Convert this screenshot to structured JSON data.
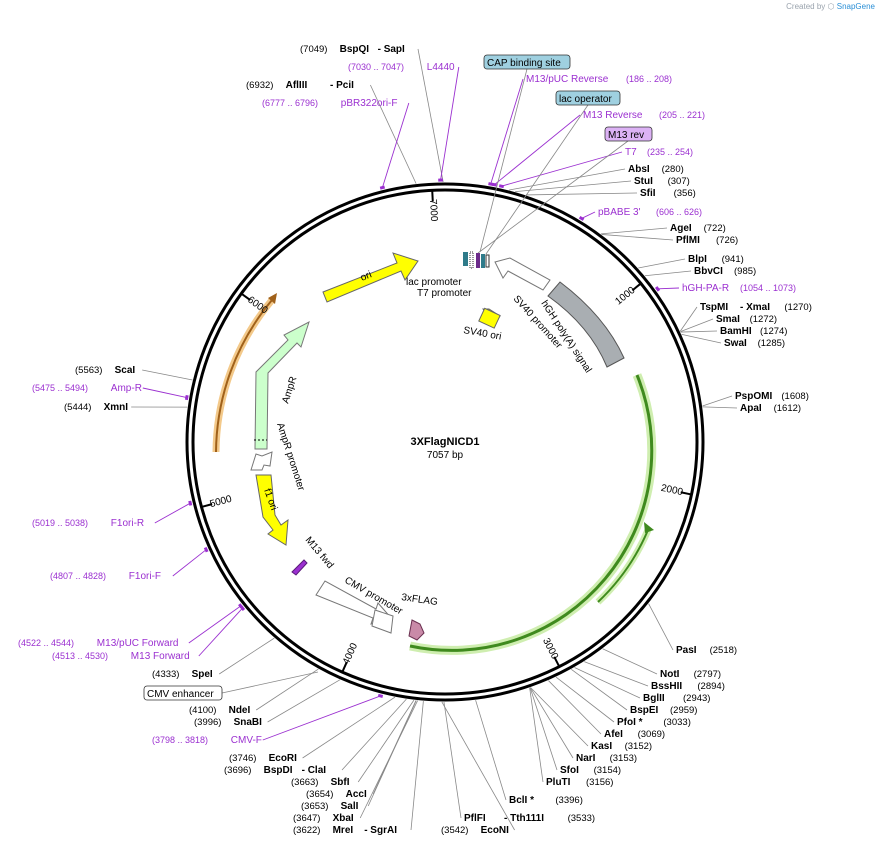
{
  "header": {
    "credit_prefix": "Created by",
    "credit_brand": "SnapGene"
  },
  "plasmid": {
    "name": "3XFlagNICD1",
    "length_label": "7057 bp",
    "length": 7057
  },
  "colors": {
    "backbone": "#000000",
    "primer": "#9b30d0",
    "ori": "#ffff00",
    "ampr": "#ccffcc",
    "nicd": "#5a9e2a",
    "polya": "#a9aeb2",
    "promoter": "#ffffff",
    "label_box_blue": "#9fd0e0",
    "label_box_purple": "#dcb2f5"
  },
  "ticks": [
    {
      "bp": 1000,
      "label": "1000"
    },
    {
      "bp": 2000,
      "label": "2000"
    },
    {
      "bp": 3000,
      "label": "3000"
    },
    {
      "bp": 4000,
      "label": "4000"
    },
    {
      "bp": 5000,
      "label": "5000"
    },
    {
      "bp": 6000,
      "label": "6000"
    },
    {
      "bp": 7000,
      "label": "7000"
    }
  ],
  "enzymes": [
    {
      "name": "BspQI",
      "name2": "SapI",
      "pos": "(7049)",
      "bp": 7049
    },
    {
      "name": "AflIII",
      "name2": "PciI",
      "pos": "(6932)",
      "bp": 6932
    },
    {
      "name": "AbsI",
      "pos": "(280)",
      "bp": 280
    },
    {
      "name": "StuI",
      "pos": "(307)",
      "bp": 307
    },
    {
      "name": "SfiI",
      "pos": "(356)",
      "bp": 356
    },
    {
      "name": "AgeI",
      "pos": "(722)",
      "bp": 722
    },
    {
      "name": "PflMI",
      "pos": "(726)",
      "bp": 726
    },
    {
      "name": "BlpI",
      "pos": "(941)",
      "bp": 941
    },
    {
      "name": "BbvCI",
      "pos": "(985)",
      "bp": 985
    },
    {
      "name": "TspMI",
      "name2": "XmaI",
      "pos": "(1270)",
      "bp": 1270
    },
    {
      "name": "SmaI",
      "pos": "(1272)",
      "bp": 1272
    },
    {
      "name": "BamHI",
      "pos": "(1274)",
      "bp": 1274
    },
    {
      "name": "SwaI",
      "pos": "(1285)",
      "bp": 1285
    },
    {
      "name": "PspOMI",
      "pos": "(1608)",
      "bp": 1608
    },
    {
      "name": "ApaI",
      "pos": "(1612)",
      "bp": 1612
    },
    {
      "name": "PasI",
      "pos": "(2518)",
      "bp": 2518
    },
    {
      "name": "NotI",
      "pos": "(2797)",
      "bp": 2797
    },
    {
      "name": "BssHII",
      "pos": "(2894)",
      "bp": 2894
    },
    {
      "name": "BglII",
      "pos": "(2943)",
      "bp": 2943
    },
    {
      "name": "BspEI",
      "pos": "(2959)",
      "bp": 2959
    },
    {
      "name": "PfoI *",
      "pos": "(3033)",
      "bp": 3033
    },
    {
      "name": "AfeI",
      "pos": "(3069)",
      "bp": 3069
    },
    {
      "name": "KasI",
      "pos": "(3152)",
      "bp": 3152
    },
    {
      "name": "NarI",
      "pos": "(3153)",
      "bp": 3153
    },
    {
      "name": "SfoI",
      "pos": "(3154)",
      "bp": 3154
    },
    {
      "name": "PluTI",
      "pos": "(3156)",
      "bp": 3156
    },
    {
      "name": "BclI *",
      "pos": "(3396)",
      "bp": 3396
    },
    {
      "name": "PflFI",
      "name2": "Tth111I",
      "pos": "(3533)",
      "bp": 3533
    },
    {
      "name": "EcoNI",
      "pos": "(3542)",
      "bp": 3542
    },
    {
      "name": "MreI",
      "name2": "SgrAI",
      "pos": "(3622)",
      "bp": 3622
    },
    {
      "name": "XbaI",
      "pos": "(3647)",
      "bp": 3647
    },
    {
      "name": "SalI",
      "pos": "(3653)",
      "bp": 3653
    },
    {
      "name": "AccI",
      "pos": "(3654)",
      "bp": 3654
    },
    {
      "name": "SbfI",
      "pos": "(3663)",
      "bp": 3663
    },
    {
      "name": "BspDI",
      "name2": "ClaI",
      "pos": "(3696)",
      "bp": 3696
    },
    {
      "name": "EcoRI",
      "pos": "(3746)",
      "bp": 3746
    },
    {
      "name": "SnaBI",
      "pos": "(3996)",
      "bp": 3996
    },
    {
      "name": "NdeI",
      "pos": "(4100)",
      "bp": 4100
    },
    {
      "name": "SpeI",
      "pos": "(4333)",
      "bp": 4333
    },
    {
      "name": "XmnI",
      "pos": "(5444)",
      "bp": 5444
    },
    {
      "name": "ScaI",
      "pos": "(5563)",
      "bp": 5563
    }
  ],
  "primers": [
    {
      "name": "L4440",
      "range": "(7030 .. 7047)",
      "bp": 7038
    },
    {
      "name": "pBR322ori-F",
      "range": "(6777 .. 6796)",
      "bp": 6786
    },
    {
      "name": "M13/pUC Reverse",
      "range": "(186 .. 208)",
      "bp": 197
    },
    {
      "name": "M13 Reverse",
      "range": "(205 .. 221)",
      "bp": 213
    },
    {
      "name": "T7",
      "range": "(235 .. 254)",
      "bp": 244
    },
    {
      "name": "pBABE 3'",
      "range": "(606 .. 626)",
      "bp": 616
    },
    {
      "name": "hGH-PA-R",
      "range": "(1054 .. 1073)",
      "bp": 1063
    },
    {
      "name": "Amp-R",
      "range": "(5475 .. 5494)",
      "bp": 5484
    },
    {
      "name": "F1ori-R",
      "range": "(5019 .. 5038)",
      "bp": 5028
    },
    {
      "name": "F1ori-F",
      "range": "(4807 .. 4828)",
      "bp": 4817
    },
    {
      "name": "M13/pUC Forward",
      "range": "(4522 .. 4544)",
      "bp": 4533
    },
    {
      "name": "M13 Forward",
      "range": "(4513 .. 4530)",
      "bp": 4521
    },
    {
      "name": "CMV-F",
      "range": "(3798 .. 3818)",
      "bp": 3808
    }
  ],
  "boxed_features": [
    {
      "name": "CAP binding site",
      "style": "blue"
    },
    {
      "name": "lac operator",
      "style": "blue"
    },
    {
      "name": "M13 rev",
      "style": "purple"
    },
    {
      "name": "CMV enhancer",
      "style": "white"
    }
  ],
  "feature_labels": {
    "ori": "ori",
    "lac_promoter": "lac promoter",
    "t7_promoter": "T7 promoter",
    "ampr": "AmpR",
    "ampr_promoter": "AmpR promoter",
    "f1_ori": "f1 ori",
    "m13_fwd": "M13 fwd",
    "cmv_promoter": "CMV promoter",
    "threexflag": "3xFLAG",
    "sv40_ori": "SV40 ori",
    "sv40_promoter": "SV40 promoter",
    "hgh_polya": "hGH poly(A) signal"
  }
}
